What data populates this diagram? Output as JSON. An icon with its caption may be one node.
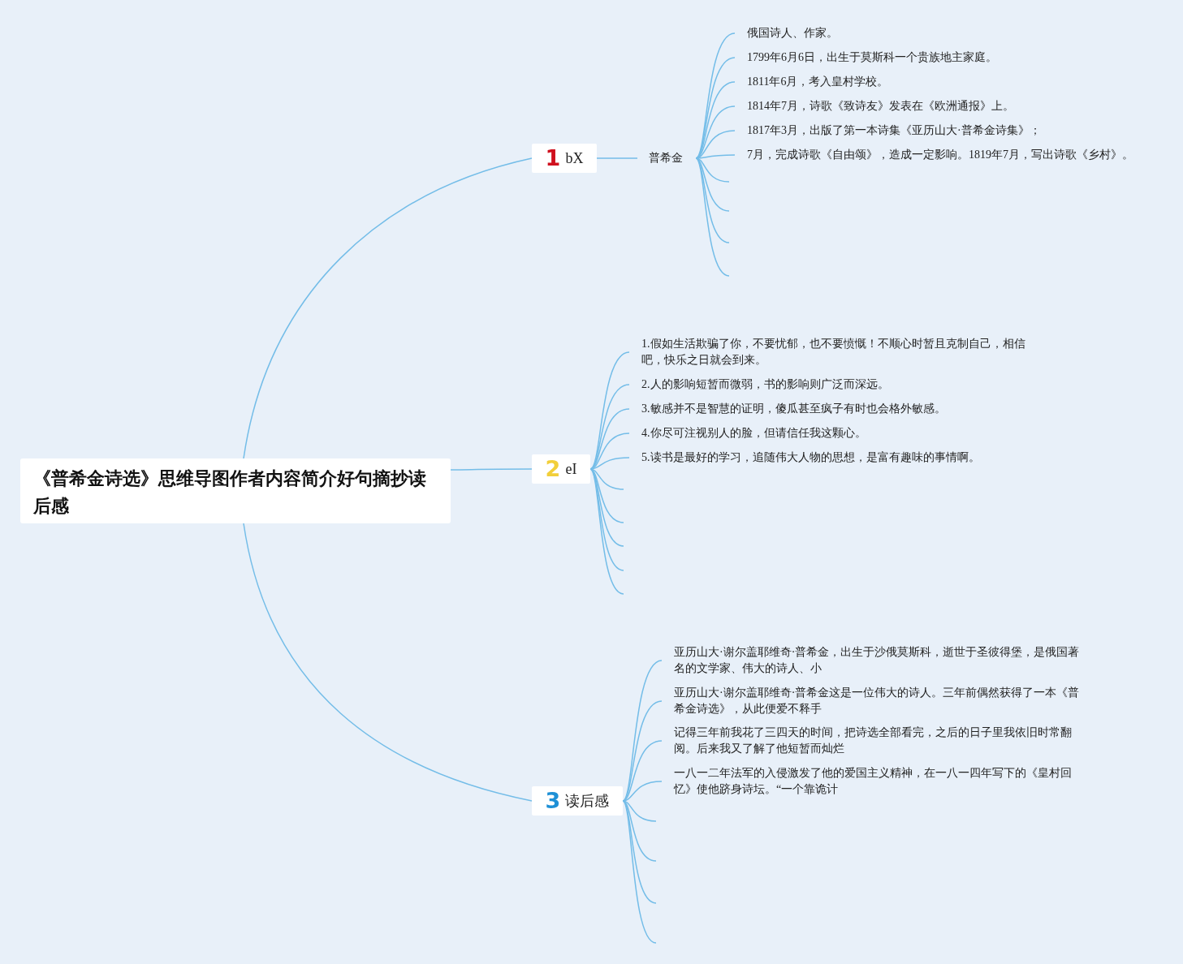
{
  "diagram": {
    "nodes": [
      {
        "text": [
          "《普希金诗选》思维导图作者内容简介好句摘抄读后感"
        ]
      },
      {
        "text": [
          "1",
          "bX"
        ]
      },
      {
        "text": [
          "普希金"
        ]
      },
      {
        "text": [
          "俄国诗人、作家。"
        ]
      },
      {
        "text": [
          "1799年6月6日，出生于莫斯科一个贵族地主家庭。"
        ]
      },
      {
        "text": [
          "1811年6月，考入皇村学校。"
        ]
      },
      {
        "text": [
          "1814年7月，诗歌《致诗友》发表在《欧洲通报》上。"
        ]
      },
      {
        "text": [
          "1817年3月，出版了第一本诗集《亚历山大·普希金诗集》；"
        ]
      },
      {
        "text": [
          "7月，完成诗歌《自由颂》，造成一定影响。1819年7月，写出诗歌《乡村》。"
        ]
      },
      {
        "text": [
          "2",
          "eI"
        ]
      },
      {
        "text": [
          "1.假如生活欺骗了你，不要忧郁，也不要愤慨！不顺心时暂且克制自己，相信吧，快乐之日就会到来。"
        ]
      },
      {
        "text": [
          "2.人的影响短暂而微弱，书的影响则广泛而深远。"
        ]
      },
      {
        "text": [
          "3.敏感并不是智慧的证明，傻瓜甚至疯子有时也会格外敏感。"
        ]
      },
      {
        "text": [
          "4.你尽可注视别人的脸，但请信任我这颗心。"
        ]
      },
      {
        "text": [
          "5.读书是最好的学习，追随伟大人物的思想，是富有趣味的事情啊。"
        ]
      },
      {
        "text": [
          "3",
          "读后感"
        ]
      },
      {
        "text": [
          "亚历山大·谢尔盖耶维奇·普希金，出生于沙俄莫斯科，逝世于圣彼得堡，是俄国著名的文学家、伟大的诗人、小"
        ]
      },
      {
        "text": [
          "亚历山大·谢尔盖耶维奇·普希金这是一位伟大的诗人。三年前偶然获得了一本《普希金诗选》，从此便爱不释手"
        ]
      },
      {
        "text": [
          "记得三年前我花了三四天的时间，把诗选全部看完，之后的日子里我依旧时常翻阅。后来我又了解了他短暂而灿烂"
        ]
      },
      {
        "text": [
          "一八一二年法军的入侵激发了他的爱国主义精神，在一八一四年写下的《皇村回忆》使他跻身诗坛。“一个靠诡计"
        ]
      }
    ],
    "edges": [
      {
        "from": 0,
        "to": 1,
        "arrow": "none"
      },
      {
        "from": 1,
        "to": 2,
        "arrow": "none"
      },
      {
        "from": 2,
        "to": 3,
        "arrow": "none"
      },
      {
        "from": 2,
        "to": 4,
        "arrow": "none"
      },
      {
        "from": 2,
        "to": 5,
        "arrow": "none"
      },
      {
        "from": 2,
        "to": 6,
        "arrow": "none"
      },
      {
        "from": 2,
        "to": 7,
        "arrow": "none"
      },
      {
        "from": 2,
        "to": 8,
        "arrow": "none"
      },
      {
        "from": 2,
        "to": null,
        "arrow": "none"
      },
      {
        "from": 2,
        "to": null,
        "arrow": "none"
      },
      {
        "from": 2,
        "to": null,
        "arrow": "none"
      },
      {
        "from": 2,
        "to": null,
        "arrow": "none"
      },
      {
        "from": 0,
        "to": 9,
        "arrow": "none"
      },
      {
        "from": 9,
        "to": 10,
        "arrow": "none"
      },
      {
        "from": 9,
        "to": 11,
        "arrow": "none"
      },
      {
        "from": 9,
        "to": 12,
        "arrow": "none"
      },
      {
        "from": 9,
        "to": 13,
        "arrow": "none"
      },
      {
        "from": 9,
        "to": 14,
        "arrow": "none"
      },
      {
        "from": 9,
        "to": null,
        "arrow": "none"
      },
      {
        "from": 9,
        "to": null,
        "arrow": "none"
      },
      {
        "from": 9,
        "to": null,
        "arrow": "none"
      },
      {
        "from": 9,
        "to": null,
        "arrow": "none"
      },
      {
        "from": 9,
        "to": null,
        "arrow": "none"
      },
      {
        "from": 0,
        "to": 15,
        "arrow": "none"
      },
      {
        "from": 15,
        "to": 16,
        "arrow": "none"
      },
      {
        "from": 15,
        "to": 17,
        "arrow": "none"
      },
      {
        "from": 15,
        "to": 18,
        "arrow": "none"
      },
      {
        "from": 15,
        "to": 19,
        "arrow": "none"
      },
      {
        "from": 15,
        "to": null,
        "arrow": "none"
      },
      {
        "from": 15,
        "to": null,
        "arrow": "none"
      },
      {
        "from": 15,
        "to": null,
        "arrow": "none"
      },
      {
        "from": 15,
        "to": null,
        "arrow": "none"
      }
    ]
  }
}
